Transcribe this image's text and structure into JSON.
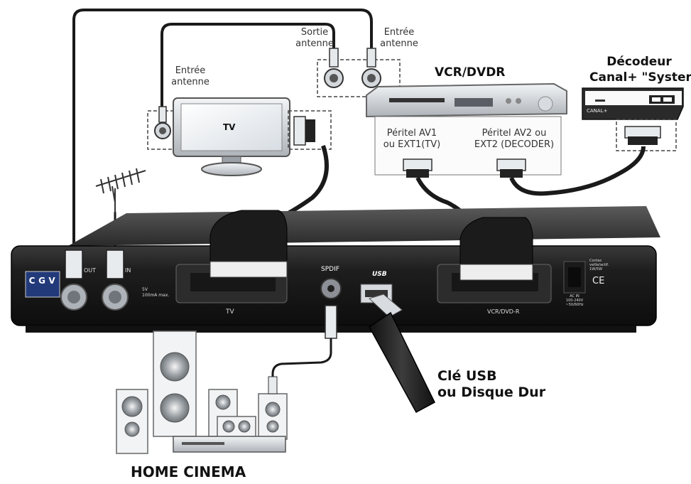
{
  "labels": {
    "sortie_antenne_1": "Sortie",
    "sortie_antenne_2": "antenne",
    "entree_antenne_vcr_1": "Entrée",
    "entree_antenne_vcr_2": "antenne",
    "entree_antenne_tv_1": "Entrée",
    "entree_antenne_tv_2": "antenne",
    "vcr_title": "VCR/DVDR",
    "decoder_title_1": "Décodeur",
    "decoder_title_2": "Canal+ \"Syster\"",
    "peritel_av1_1": "Péritel AV1",
    "peritel_av1_2": "ou EXT1(TV)",
    "peritel_av2_1": "Péritel AV2 ou",
    "peritel_av2_2": "EXT2 (DECODER)",
    "tv_screen": "TV",
    "usb_title_1": "Clé USB",
    "usb_title_2": "ou Disque Dur",
    "home_cinema": "HOME CINEMA"
  },
  "panel": {
    "brand_letters": [
      "C",
      "G",
      "V"
    ],
    "out_label": "OUT",
    "in_label": "IN",
    "power_note_1": "5V",
    "power_note_2": "100mA max.",
    "scart_tv_label": "TV",
    "spdif_label": "SPDIF",
    "usb_logo": "USB",
    "scart_vcr_label": "VCR/DVD-R",
    "switch_note_1": "Contac",
    "switch_note_2": "veille/actif.",
    "switch_note_3": "1W/5W",
    "ce_mark": "CE",
    "ac_note_1": "AC IN",
    "ac_note_2": "100-240V",
    "ac_note_3": "~50/60Hz"
  },
  "decoder_panel_label": "CANAL+",
  "colors": {
    "panel_dark": "#1c1c1c",
    "cable": "#1a1a1a",
    "dashed_box": "#444444",
    "device_grey": "#c9cdd2"
  }
}
